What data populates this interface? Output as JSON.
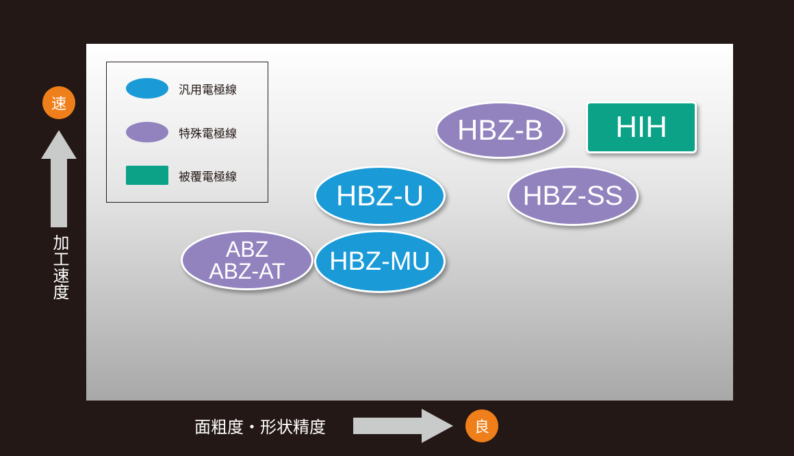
{
  "legend": {
    "items": [
      {
        "label": "汎用電極線",
        "shape": "ellipse",
        "color": "#1a9ad7"
      },
      {
        "label": "特殊電極線",
        "shape": "ellipse",
        "color": "#9283bf"
      },
      {
        "label": "被覆電極線",
        "shape": "rounded-rect",
        "color": "#0ba288"
      }
    ]
  },
  "nodes": {
    "hbz_b": {
      "label": "HBZ-B",
      "category": "特殊電極線"
    },
    "hih": {
      "label": "HIH",
      "category": "被覆電極線"
    },
    "hbz_u": {
      "label": "HBZ-U",
      "category": "汎用電極線"
    },
    "hbz_ss": {
      "label": "HBZ-SS",
      "category": "特殊電極線"
    },
    "abz": {
      "label": "ABZ\nABZ-AT",
      "category": "特殊電極線"
    },
    "hbz_mu": {
      "label": "HBZ-MU",
      "category": "汎用電極線"
    }
  },
  "axes": {
    "y_label": "加工速度",
    "y_high_badge": "速",
    "x_label": "面粗度・形状精度",
    "x_high_badge": "良"
  },
  "colors": {
    "background": "#231815",
    "badge": "#ef7f1a",
    "arrow": "#c9caca",
    "blue": "#1a9ad7",
    "purple": "#9283bf",
    "green": "#0ba288"
  }
}
